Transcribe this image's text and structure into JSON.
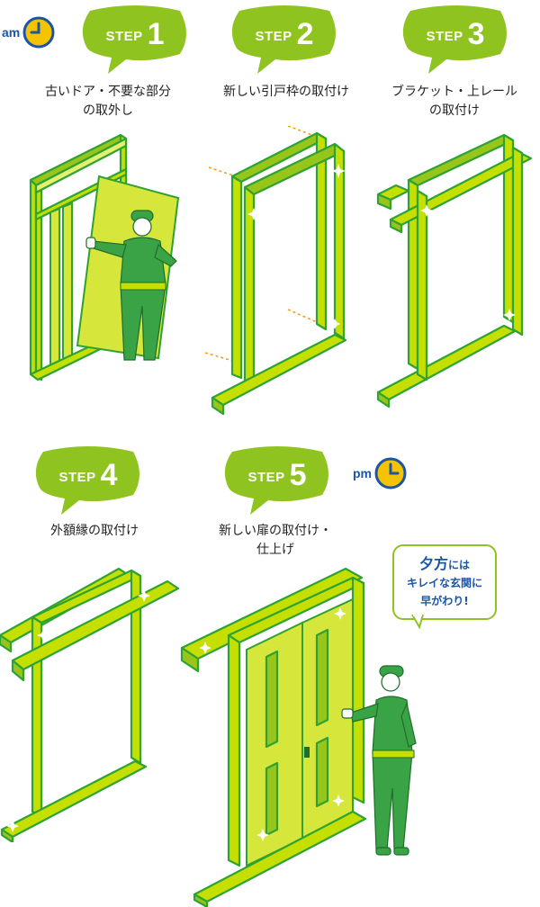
{
  "time_markers": {
    "start": "am",
    "end": "pm"
  },
  "steps": [
    {
      "label": "STEP",
      "number": "1",
      "caption": "古いドア・不要な部分\nの取外し"
    },
    {
      "label": "STEP",
      "number": "2",
      "caption": "新しい引戸枠の取付け"
    },
    {
      "label": "STEP",
      "number": "3",
      "caption": "ブラケット・上レール\nの取付け"
    },
    {
      "label": "STEP",
      "number": "4",
      "caption": "外額縁の取付け"
    },
    {
      "label": "STEP",
      "number": "5",
      "caption": "新しい扉の取付け・\n仕上げ"
    }
  ],
  "speech_bubble": {
    "line1_big": "夕方",
    "line1_small": "には",
    "line2": "キレイな玄関に",
    "line3": "早がわり!"
  },
  "colors": {
    "accent_green": "#8fc31f",
    "frame_lime": "#c5e000",
    "outline_green": "#2ea233",
    "clock_blue": "#1a55a6",
    "clock_yellow": "#f5c400",
    "dash_orange": "#f0a020"
  },
  "icons": [
    "clock-icon",
    "speech-bubble-icon"
  ]
}
